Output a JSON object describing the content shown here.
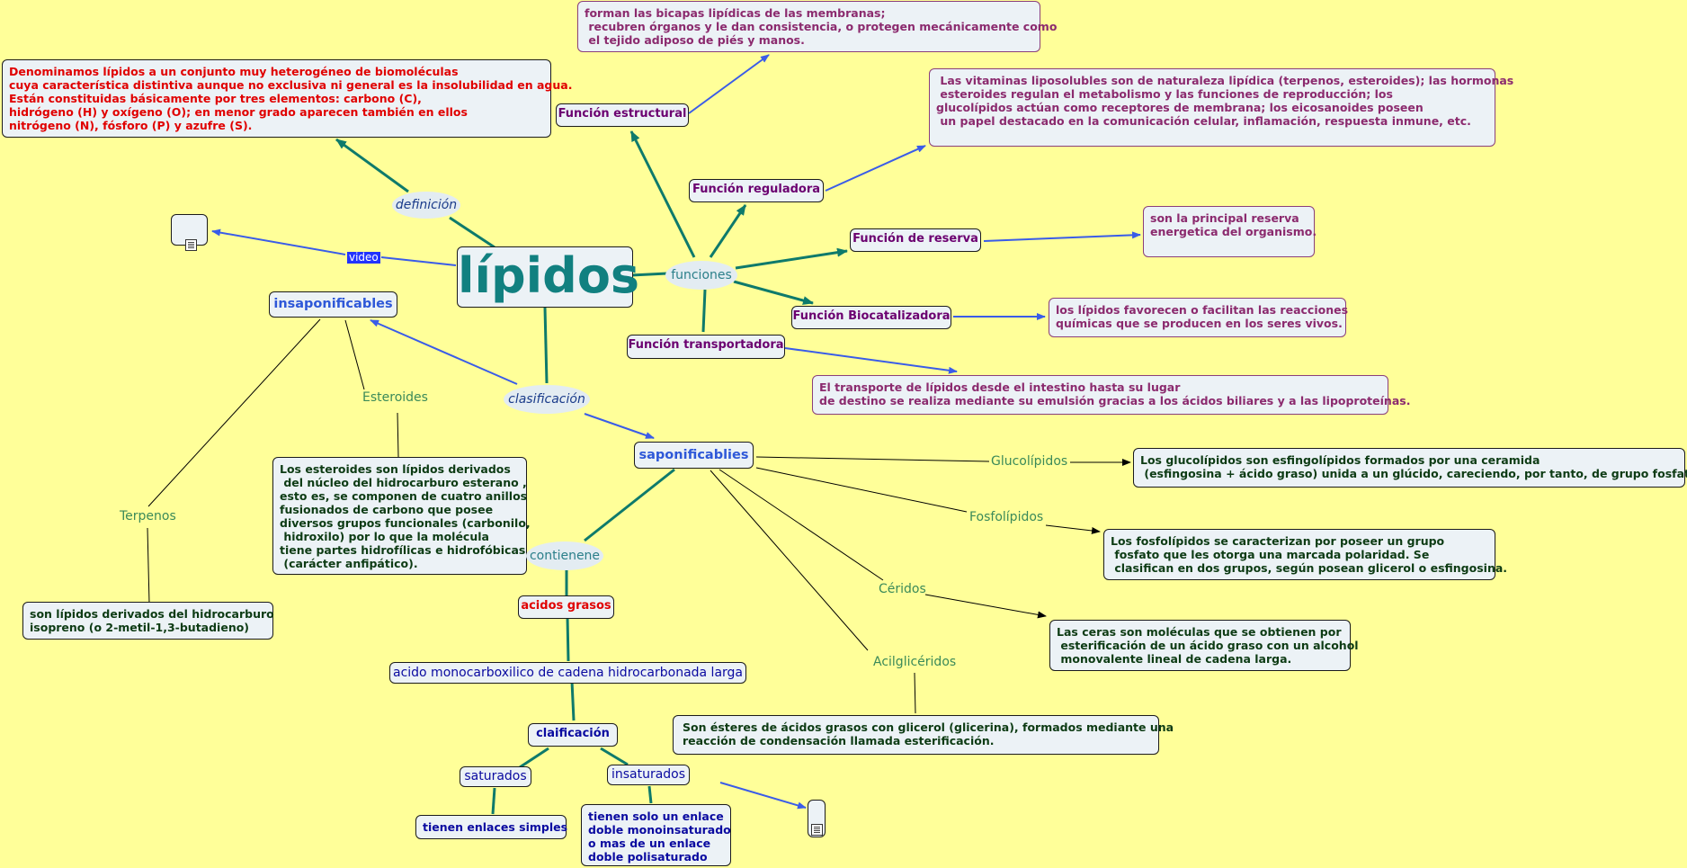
{
  "map": {
    "main_title": "lípidos",
    "definicion": {
      "label": "definición",
      "text": "Denominamos lípidos a un conjunto muy heterogéneo de biomoléculas\ncuya característica distintiva aunque no exclusiva ni general es la insolubilidad en agua.\nEstán constituidas básicamente por tres elementos: carbono (C),\nhidrógeno (H) y oxígeno (O); en menor grado aparecen también en ellos\nnitrógeno (N), fósforo (P) y azufre (S)."
    },
    "video_label": "video",
    "funciones": {
      "label": "funciones",
      "estructural": "Función estructural",
      "estructural_text": "forman las bicapas lipídicas de las membranas;\n recubren órganos y le dan consistencia, o protegen mecánicamente como\n el tejido adiposo de piés y manos.",
      "reguladora": "Función reguladora",
      "reguladora_text": " Las vitaminas liposolubles son de naturaleza lipídica (terpenos, esteroides); las hormonas\n esteroides regulan el metabolismo y las funciones de reproducción; los\nglucolípidos actúan como receptores de membrana; los eicosanoides poseen\n un papel destacado en la comunicación celular, inflamación, respuesta inmune, etc.",
      "reserva": "Función de reserva",
      "reserva_text": "son la principal reserva\nenergetica del organismo.",
      "biocatalizadora": "Función Biocatalizadora",
      "biocatalizadora_text": "los lípidos favorecen o facilitan las reacciones\nquímicas que se producen en los seres vivos.",
      "transportadora": "Función transportadora",
      "transportadora_text": "El transporte de lípidos desde el intestino hasta su lugar\nde destino se realiza mediante su emulsión gracias a los ácidos biliares y a las lipoproteínas."
    },
    "clasificacion": {
      "label": "clasificación",
      "insaponificables": "insaponificables",
      "esteroides": "Esteroides",
      "esteroides_text": "Los esteroides son lípidos derivados\n del núcleo del hidrocarburo esterano ,\nesto es, se componen de cuatro anillos\nfusionados de carbono que posee\ndiversos grupos funcionales (carbonilo,\n hidroxilo) por lo que la molécula\ntiene partes hidrofílicas e hidrofóbicas\n (carácter anfipático).",
      "terpenos": "Terpenos",
      "terpenos_text": "son lípidos derivados del hidrocarburo\nisopreno (o 2-metil-1,3-butadieno)",
      "saponificables": "saponificablies",
      "glucolipidos": "Glucolípidos",
      "glucolipidos_text": "Los glucolípidos son esfingolípidos formados por una ceramida\n (esfingosina + ácido graso) unida a un glúcido, careciendo, por tanto, de grupo fosfato.",
      "fosfolipidos": "Fosfolípidos",
      "fosfolipidos_text": "Los fosfolípidos se caracterizan por poseer un grupo\n fosfato que les otorga una marcada polaridad. Se\n clasifican en dos grupos, según posean glicerol o esfingosina.",
      "ceridos": "Céridos",
      "ceridos_text": "Las ceras son moléculas que se obtienen por\n esterificación de un ácido graso con un alcohol\n monovalente lineal de cadena larga.",
      "acilgliceridos": "Acilglicéridos",
      "acilgliceridos_text": "Son ésteres de ácidos grasos con glicerol (glicerina), formados mediante una\nreacción de condensación llamada esterificación.",
      "contienene": "contienene",
      "acidos_grasos": "acidos grasos",
      "acido_def": "acido monocarboxilico de cadena hidrocarbonada larga",
      "clasificacion2": "claificación",
      "saturados": "saturados",
      "saturados_text": "tienen enlaces simples",
      "insaturados": "insaturados",
      "insaturados_text": "tienen solo un enlace\ndoble monoinsaturado\no mas de un enlace\ndoble polisaturado"
    }
  },
  "colors": {
    "background": "#ffff99",
    "teal_line": "#0e7a6b",
    "blue_arrow": "#3a5ce8",
    "main_text": "#118080",
    "plum_text": "#8b2a6e",
    "red_text": "#e00000"
  },
  "icons": [
    "document-icon",
    "document-icon"
  ]
}
